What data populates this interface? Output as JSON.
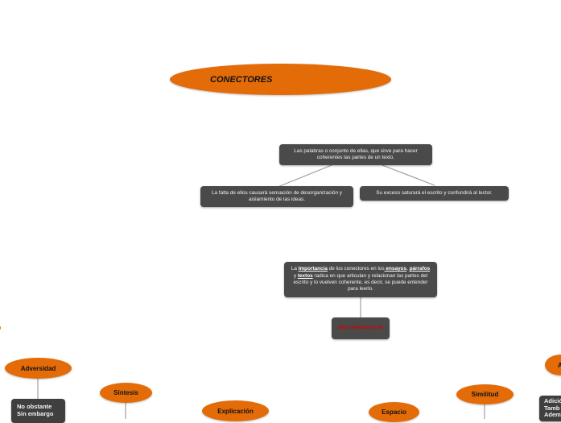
{
  "title": "CONECTORES",
  "definition": "Las palabras o conjunto de ellas, que sirve para hacer coherentes las partes de un texto.",
  "lack_effect": "La falta de ellos causará sensación de desorganización y aislamiento de las ideas.",
  "excess_effect": "Su exceso saturará el escrito y confundirá al lector.",
  "importance": {
    "part1": "La ",
    "word_importance": "Importancia",
    "part2": " de los conectores en los",
    "word_ensayos": " ensayos",
    "part3": ", ",
    "word_parrafos": "párrafos",
    "part4": " y ",
    "word_textos": "textos",
    "part5": " radica en que articulan y relacionan las partes del escrito y lo vuelven coherente, es decir, se puede entender para leerlo."
  },
  "types_heading": "Hay conectores de",
  "categories": {
    "adversidad": "Adversidad",
    "sintesis": "Síntesis",
    "explicacion": "Explicación",
    "espacio": "Espacio",
    "similitud": "Similitud",
    "adicion_partial": "A"
  },
  "adversidad_words": [
    "No obstante",
    "Sin embargo"
  ],
  "adicion_words": [
    "Adición",
    "Tamb",
    "Adem"
  ],
  "colors": {
    "oval": "#e36c09",
    "box": "#4a4a4a",
    "accent_text": "#d40000"
  }
}
